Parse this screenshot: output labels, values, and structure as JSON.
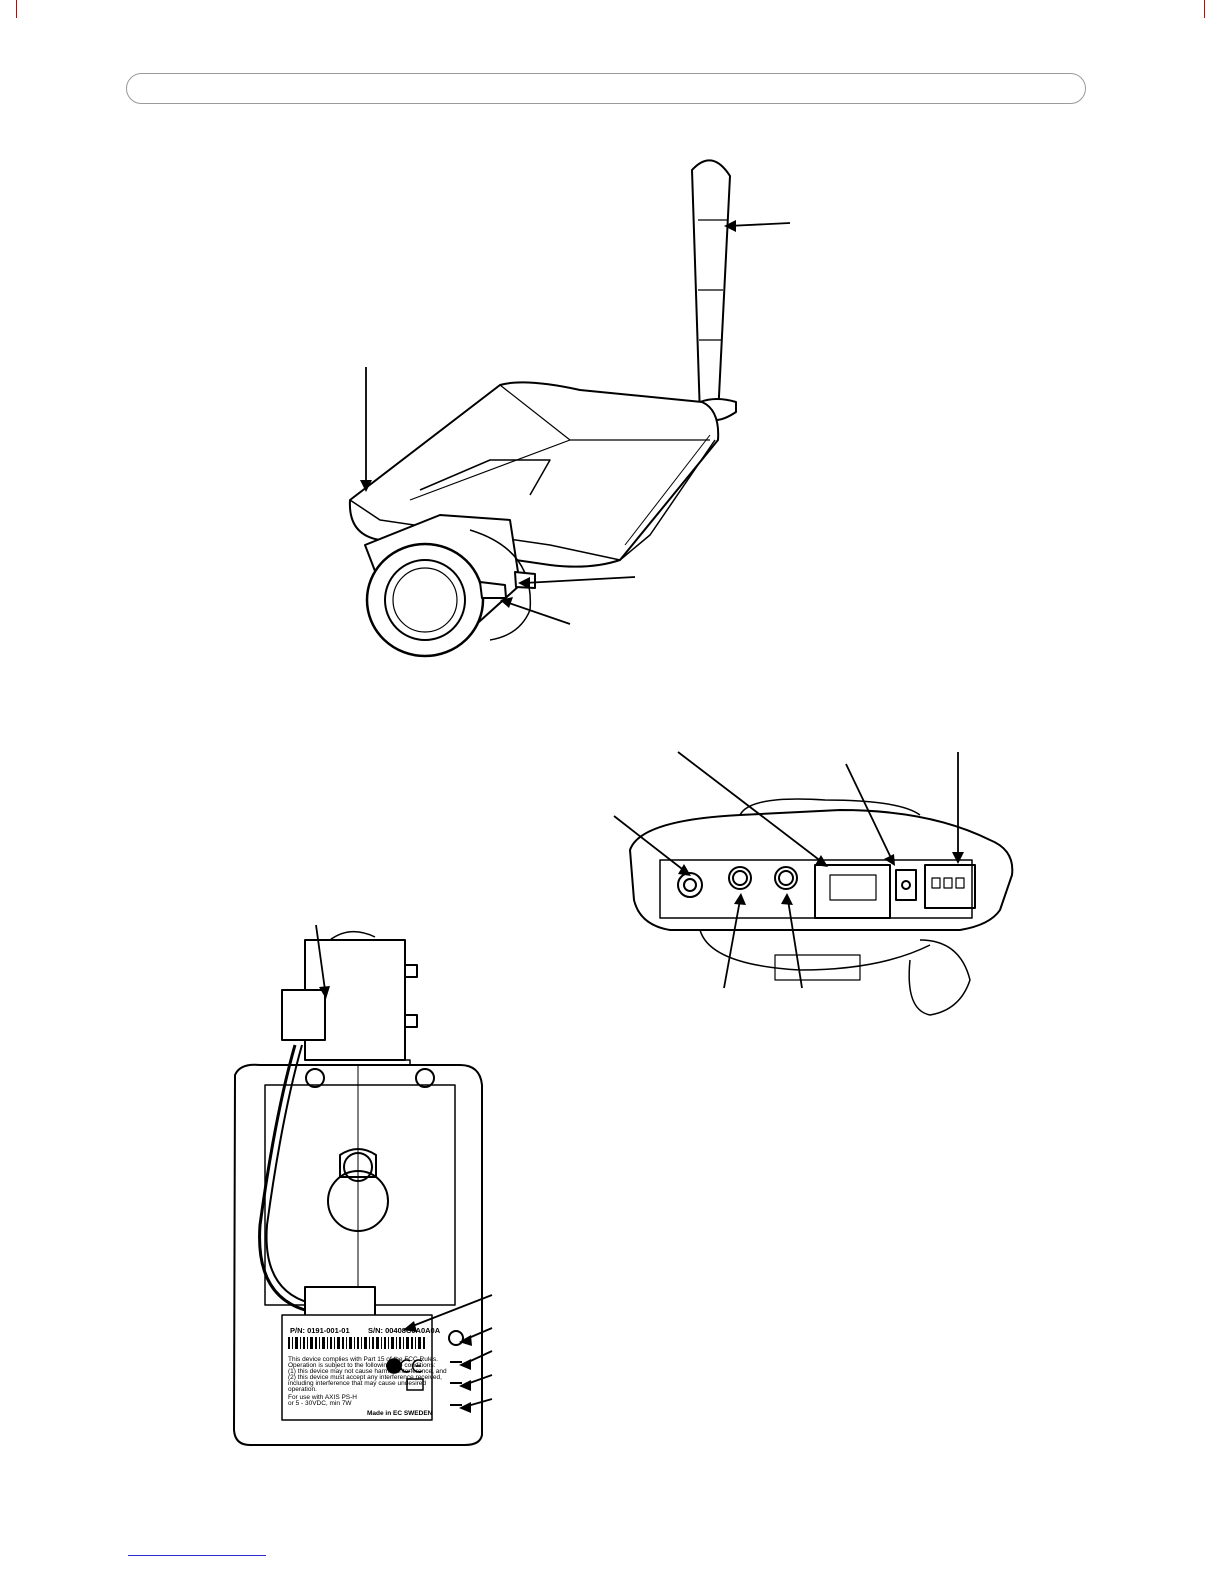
{
  "header": {},
  "label": {
    "part_number": "P/N: 0191-001-01",
    "serial_number": "S/N: 00408C0A0A0A",
    "fcc_text": [
      "This device complies with Part 15 of the FCC Rules.",
      "Operation is subject to the following two conditions:",
      "(1) this device may not cause harmful interference, and",
      "(2) this device must accept any interference received,",
      "including interference that may cause undesired",
      "operation."
    ],
    "power_text": [
      "For use with AXIS PS-H",
      "or 5 - 30VDC, min 7W"
    ],
    "origin": "Made in EC SWEDEN"
  },
  "colors": {
    "line": "#000000",
    "rule_red": "#d00000",
    "footer_link": "#2a2ad0"
  }
}
